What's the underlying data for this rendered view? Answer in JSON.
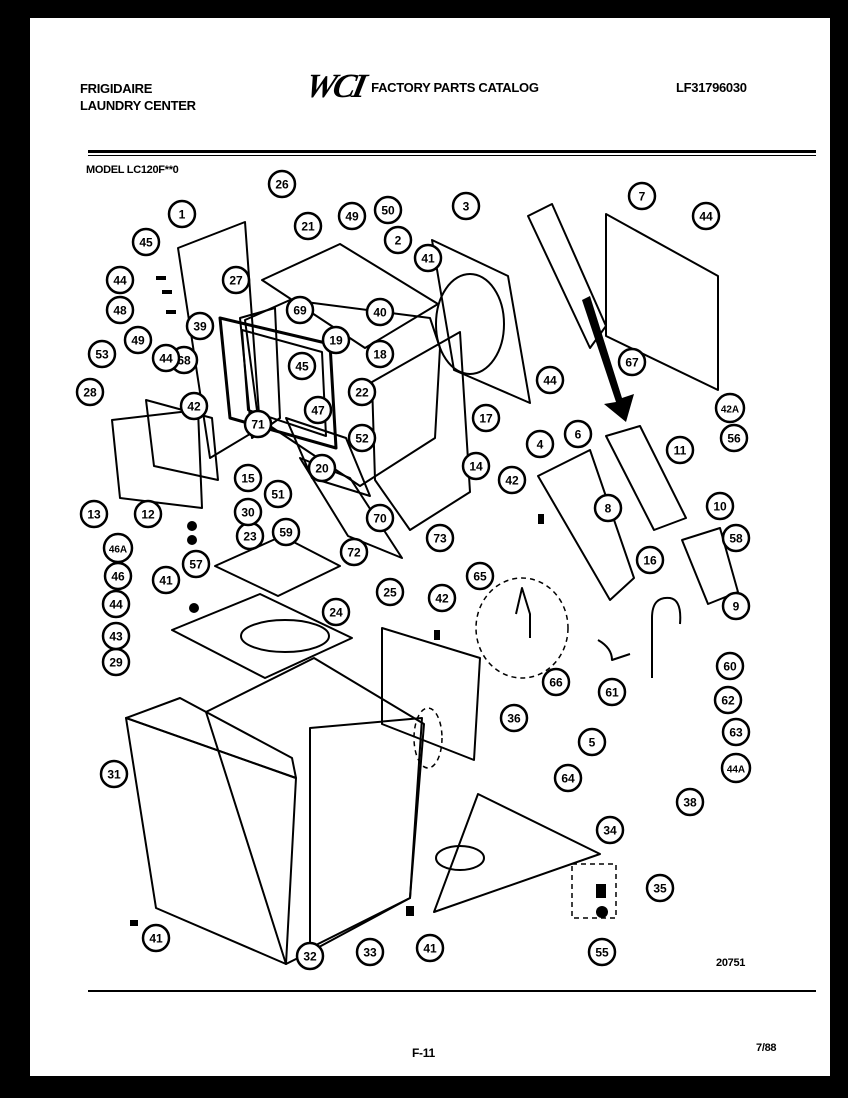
{
  "header": {
    "brand_line1": "FRIGIDAIRE",
    "brand_line2": "LAUNDRY CENTER",
    "logo_text": "WCI",
    "catalog_title": "FACTORY PARTS CATALOG",
    "part_number": "LF31796030"
  },
  "model": "MODEL LC120F**0",
  "callouts": [
    "1",
    "2",
    "3",
    "4",
    "5",
    "6",
    "7",
    "8",
    "9",
    "10",
    "11",
    "12",
    "13",
    "14",
    "15",
    "16",
    "17",
    "18",
    "19",
    "20",
    "21",
    "22",
    "23",
    "24",
    "25",
    "26",
    "27",
    "28",
    "29",
    "30",
    "31",
    "32",
    "33",
    "34",
    "35",
    "36",
    "38",
    "39",
    "40",
    "41",
    "42",
    "43",
    "44",
    "45",
    "46",
    "47",
    "48",
    "49",
    "50",
    "51",
    "52",
    "53",
    "55",
    "56",
    "57",
    "58",
    "59",
    "60",
    "61",
    "62",
    "63",
    "64",
    "65",
    "66",
    "67",
    "68",
    "69",
    "70",
    "71",
    "72",
    "73",
    "42A",
    "44A",
    "46A"
  ],
  "footer": {
    "drawing_ref": "20751",
    "page": "F-11",
    "date": "7/88"
  },
  "colors": {
    "ink": "#000000",
    "paper": "#ffffff"
  }
}
